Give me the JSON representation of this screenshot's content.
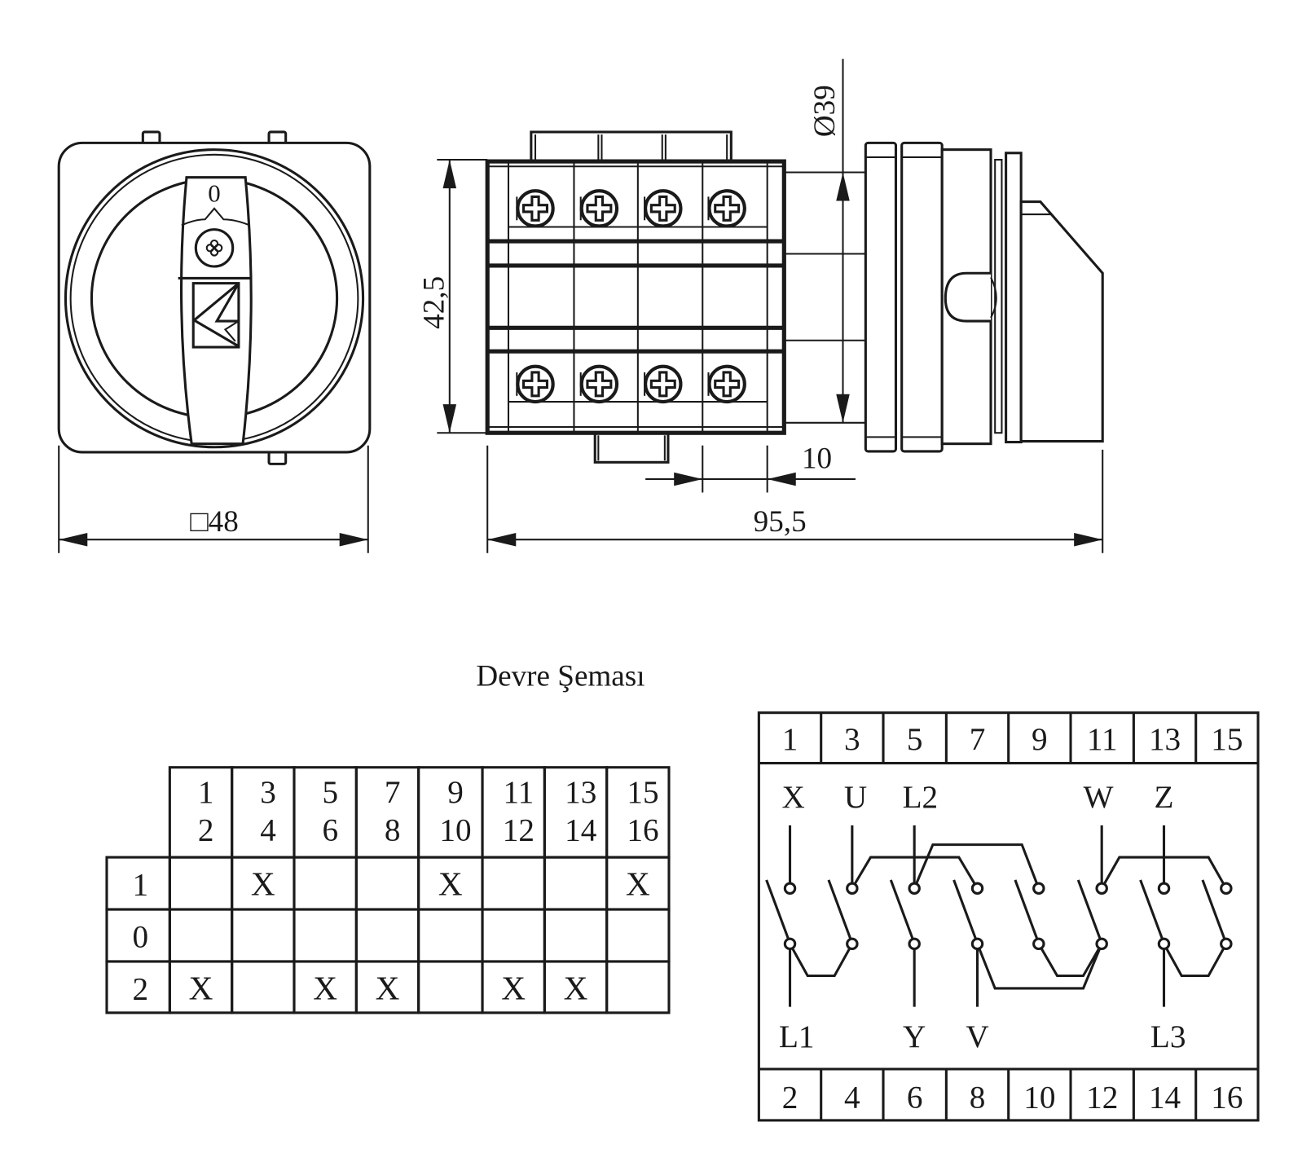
{
  "front_view": {
    "handle_position_label": "0",
    "width_dimension": "□48"
  },
  "side_view": {
    "height_dimension": "42,5",
    "diameter_dimension": "Ø39",
    "depth_dimension": "10",
    "length_dimension": "95,5"
  },
  "title": "Devre Şeması",
  "switching_table": {
    "columns": [
      [
        "1",
        "2"
      ],
      [
        "3",
        "4"
      ],
      [
        "5",
        "6"
      ],
      [
        "7",
        "8"
      ],
      [
        "9",
        "10"
      ],
      [
        "11",
        "12"
      ],
      [
        "13",
        "14"
      ],
      [
        "15",
        "16"
      ]
    ],
    "rows": [
      {
        "position": "1",
        "marks": [
          "",
          "X",
          "",
          "",
          "X",
          "",
          "",
          "X"
        ]
      },
      {
        "position": "0",
        "marks": [
          "",
          "",
          "",
          "",
          "",
          "",
          "",
          ""
        ]
      },
      {
        "position": "2",
        "marks": [
          "X",
          "",
          "X",
          "X",
          "",
          "X",
          "X",
          ""
        ]
      }
    ]
  },
  "circuit_diagram": {
    "top_terminals": [
      "1",
      "3",
      "5",
      "7",
      "9",
      "11",
      "13",
      "15"
    ],
    "bottom_terminals": [
      "2",
      "4",
      "6",
      "8",
      "10",
      "12",
      "14",
      "16"
    ],
    "upper_labels": [
      "X",
      "U",
      "L2",
      "W",
      "Z"
    ],
    "lower_labels": [
      "L1",
      "Y",
      "V",
      "L3"
    ]
  }
}
